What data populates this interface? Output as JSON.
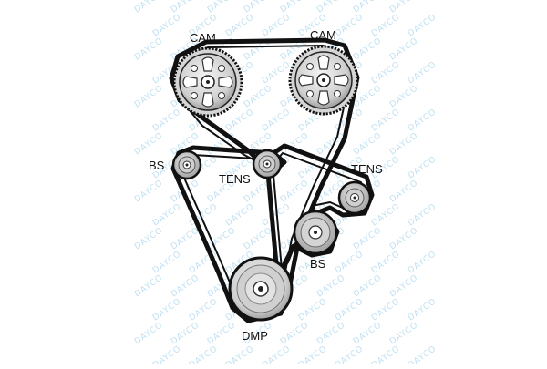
{
  "watermark": {
    "text": "DAYCO",
    "color": "#bfe0f2"
  },
  "colors": {
    "belt": "#111111",
    "pulley_fill": "#dcdcdc",
    "pulley_dark": "#555555"
  },
  "labels": {
    "cam_left": "CAM",
    "cam_right": "CAM",
    "bs_upper": "BS",
    "tens_upper": "TENS",
    "tens_right": "TENS",
    "bs_lower": "BS",
    "dmp": "DMP"
  }
}
